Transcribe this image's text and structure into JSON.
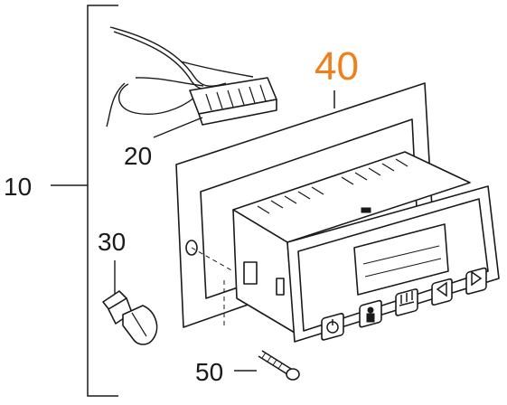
{
  "labels": {
    "assembly": "10",
    "harness": "20",
    "bulb": "30",
    "panel": "40",
    "screw": "50"
  },
  "colors": {
    "highlight": "#f07f1a",
    "ink": "#1a1a1a"
  },
  "buttons": [
    {
      "icon": "power-icon"
    },
    {
      "icon": "person-icon"
    },
    {
      "icon": "heat-icon"
    },
    {
      "icon": "arrow-left-icon"
    },
    {
      "icon": "arrow-right-icon"
    }
  ]
}
